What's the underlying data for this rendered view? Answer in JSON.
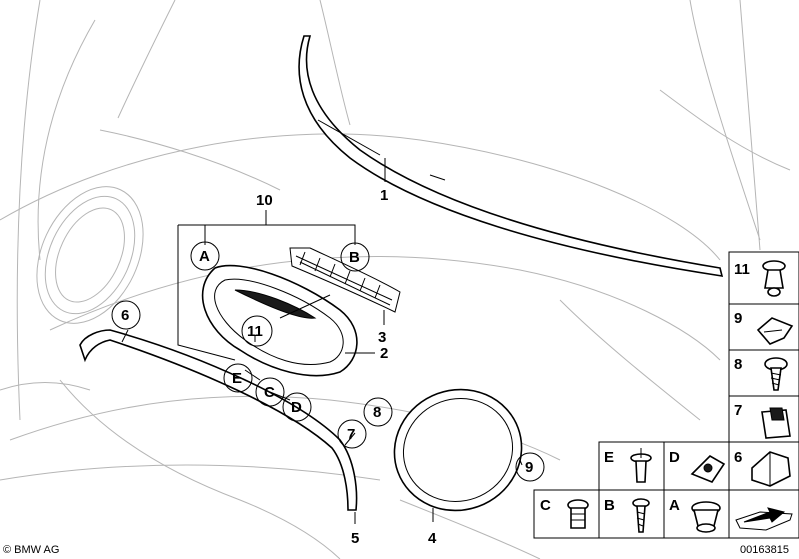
{
  "callouts": {
    "n1": "1",
    "n2": "2",
    "n3": "3",
    "n4": "4",
    "n5": "5",
    "n6": "6",
    "n7": "7",
    "n8": "8",
    "n9": "9",
    "n10": "10",
    "n11": "11",
    "A": "A",
    "B": "B",
    "C": "C",
    "D": "D",
    "E": "E"
  },
  "grid": {
    "r11": "11",
    "r9": "9",
    "r8": "8",
    "r7": "7",
    "r6": "6",
    "D": "D",
    "E": "E",
    "A": "A",
    "B": "B",
    "C": "C"
  },
  "footer": {
    "brand": "© BMW AG",
    "code": "00163815"
  }
}
